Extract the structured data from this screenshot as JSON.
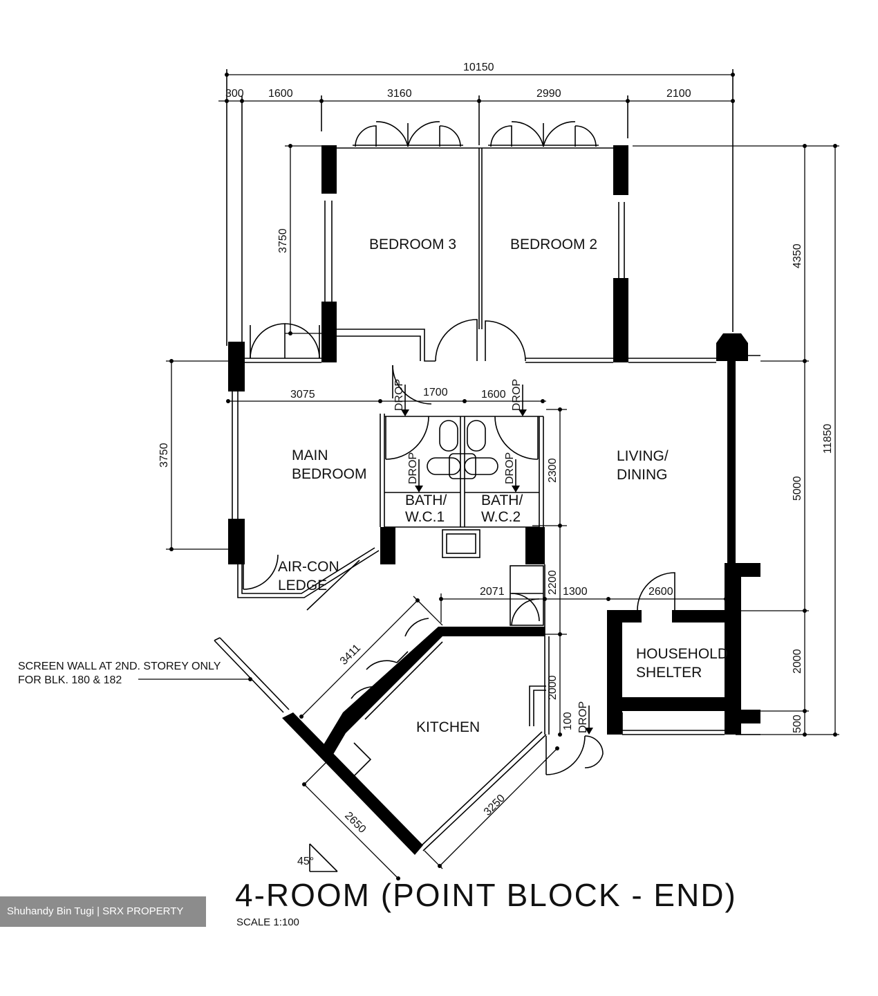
{
  "plan": {
    "title": "4-ROOM (POINT BLOCK - END)",
    "scale": "SCALE   1:100",
    "angle": "45°",
    "rooms": {
      "bedroom3": "BEDROOM 3",
      "bedroom2": "BEDROOM 2",
      "main_bedroom": [
        "MAIN",
        "BEDROOM"
      ],
      "living_dining": [
        "LIVING/",
        "DINING"
      ],
      "bath1": [
        "BATH/",
        "W.C.1"
      ],
      "bath2": [
        "BATH/",
        "W.C.2"
      ],
      "aircon_ledge": [
        "AIR-CON",
        "LEDGE"
      ],
      "household_shelter": [
        "HOUSEHOLD",
        "SHELTER"
      ],
      "kitchen": "KITCHEN"
    },
    "notes": {
      "screen_wall": [
        "SCREEN WALL AT 2ND. STOREY ONLY",
        "FOR BLK. 180 & 182"
      ],
      "drop": "DROP"
    },
    "dimensions": {
      "overall_width": "10150",
      "top_segments": [
        "300",
        "1600",
        "3160",
        "2990",
        "2100"
      ],
      "left_upper": "3750",
      "left_lower": "3750",
      "right_segments": [
        "4350",
        "5000",
        "2000",
        "500"
      ],
      "overall_height": "11850",
      "main_bedroom_width": "3075",
      "bath1_width": "1700",
      "bath2_width": "1600",
      "bath_depth": "2300",
      "corridor": "2200",
      "kitchen_entry": "2071",
      "shelter_gap": "1300",
      "shelter_width": "2600",
      "kitchen_side_2000": "2000",
      "kitchen_side_100": "100",
      "kitchen_top": "3411",
      "kitchen_left": "2650",
      "kitchen_right": "3250"
    }
  },
  "watermark": "Shuhandy Bin Tugi | SRX PROPERTY"
}
